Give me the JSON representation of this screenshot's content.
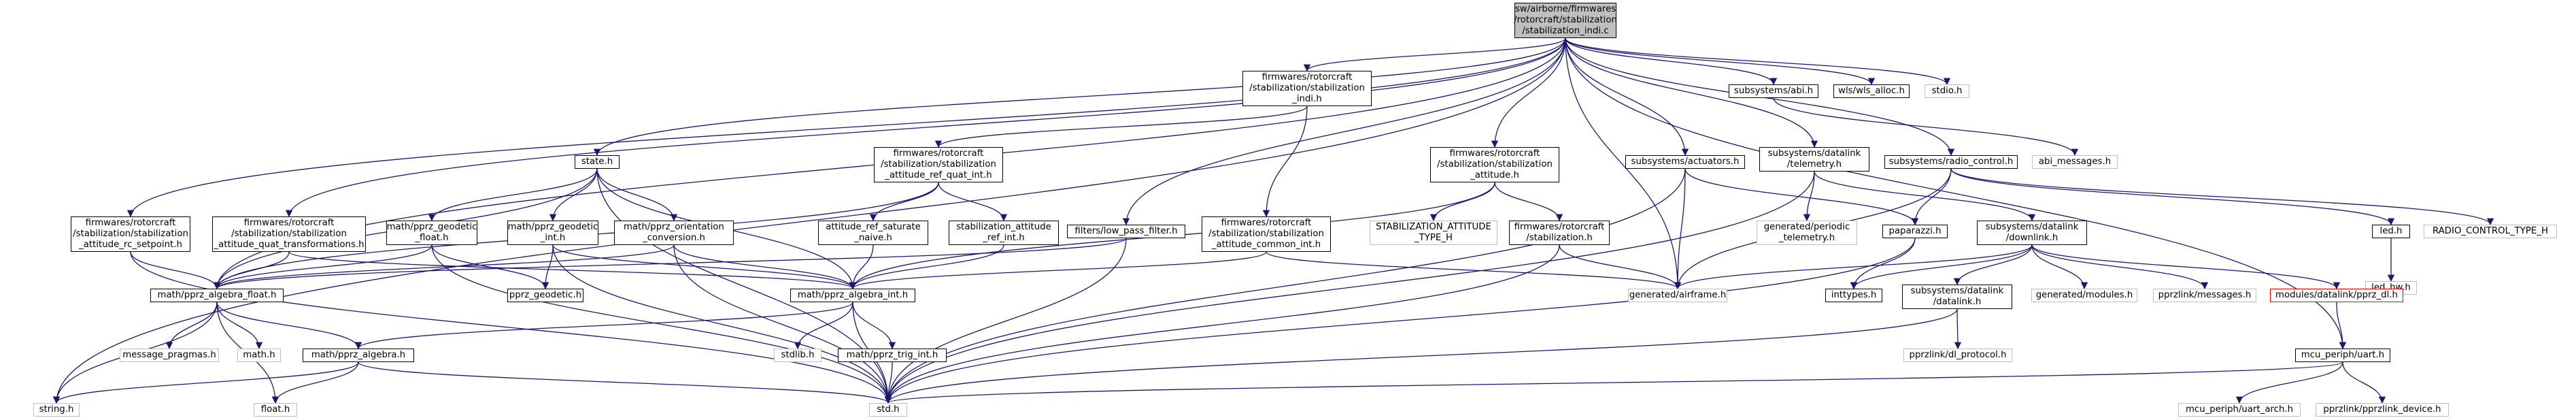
{
  "nodes": {
    "root": "sw/airborne/firmwares\n/rotorcraft/stabilization\n/stabilization_indi.c",
    "stab_indi_h": "firmwares/rotorcraft\n/stabilization/stabilization\n_indi.h",
    "state_h": "state.h",
    "filters_low_pass": "filters/low_pass_filter.h",
    "stab_attitude_h": "firmwares/rotorcraft\n/stabilization/stabilization\n_attitude.h",
    "subsys_actuators": "subsystems/actuators.h",
    "subsys_datalink_telemetry": "subsystems/datalink\n/telemetry.h",
    "subsys_abi": "subsystems/abi.h",
    "subsys_radio_control": "subsystems/radio_control.h",
    "wls_alloc": "wls/wls_alloc.h",
    "stdio_h": "stdio.h",
    "abi_messages": "abi_messages.h",
    "led_h": "led.h",
    "radio_control_type": "RADIO_CONTROL_TYPE_H",
    "led_hw": "led_hw.h",
    "stab_att_ref_quat_int": "firmwares/rotorcraft\n/stabilization/stabilization\n_attitude_ref_quat_int.h",
    "stab_att_rc_setpoint": "firmwares/rotorcraft\n/stabilization/stabilization\n_attitude_rc_setpoint.h",
    "stab_att_quat_trans": "firmwares/rotorcraft\n/stabilization/stabilization\n_attitude_quat_transformations.h",
    "math_pprz_geodetic_float": "math/pprz_geodetic\n_float.h",
    "math_pprz_geodetic_int": "math/pprz_geodetic\n_int.h",
    "math_pprz_orientation_conv": "math/pprz_orientation\n_conversion.h",
    "att_ref_saturate_naive": "attitude_ref_saturate\n_naive.h",
    "stab_att_ref_int": "stabilization_attitude\n_ref_int.h",
    "stab_att_common_int": "firmwares/rotorcraft\n/stabilization/stabilization\n_attitude_common_int.h",
    "stab_att_type": "STABILIZATION_ATTITUDE\n_TYPE_H",
    "fw_rotorcraft_stabilization": "firmwares/rotorcraft\n/stabilization.h",
    "generated_periodic_telemetry": "generated/periodic\n_telemetry.h",
    "paparazzi_h": "paparazzi.h",
    "subsys_datalink_downlink": "subsystems/datalink\n/downlink.h",
    "math_pprz_algebra_float": "math/pprz_algebra_float.h",
    "math_pprz_algebra_int": "math/pprz_algebra_int.h",
    "pprz_geodetic_h": "pprz_geodetic.h",
    "generated_airframe": "generated/airframe.h",
    "inttypes_h": "inttypes.h",
    "subsys_datalink_datalink": "subsystems/datalink\n/datalink.h",
    "generated_modules": "generated/modules.h",
    "pprzlink_messages": "pprzlink/messages.h",
    "modules_datalink_pprz_dl": "modules/datalink/pprz_dl.h",
    "message_pragmas": "message_pragmas.h",
    "math_h": "math.h",
    "math_pprz_algebra": "math/pprz_algebra.h",
    "stdlib_h": "stdlib.h",
    "math_pprz_trig_int": "math/pprz_trig_int.h",
    "pprzlink_dl_protocol": "pprzlink/dl_protocol.h",
    "mcu_periph_uart": "mcu_periph/uart.h",
    "string_h": "string.h",
    "float_h": "float.h",
    "std_h": "std.h",
    "mcu_periph_uart_arch": "mcu_periph/uart_arch.h",
    "pprzlink_pprzlink_device": "pprzlink/pprzlink_device.h"
  },
  "colors": {
    "edge": "#191970",
    "documented_border": "#000000",
    "undocumented_border": "#bfbfbf",
    "truncated_border": "#ff0000",
    "root_fill": "#bfbfbf"
  }
}
